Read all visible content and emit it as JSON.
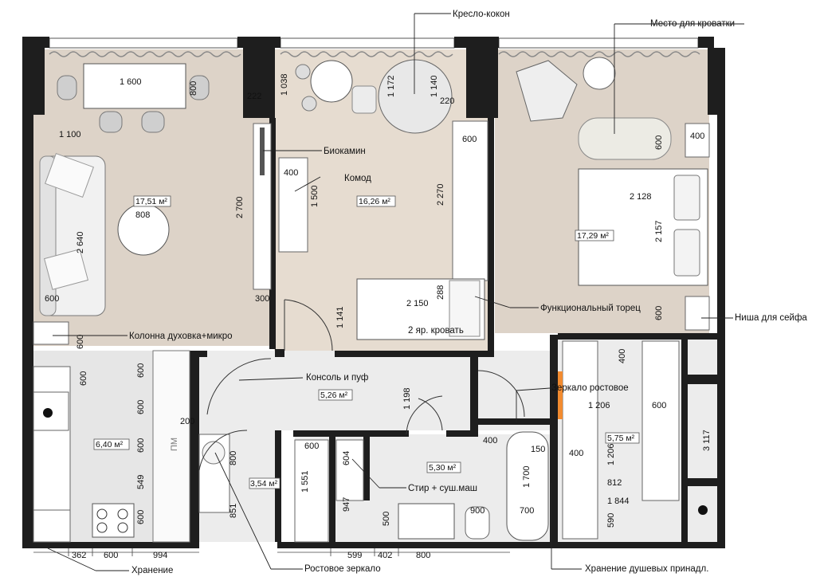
{
  "callouts": {
    "armchair": "Кресло-кокон",
    "crib_place": "Место для кроватки",
    "biofireplace": "Биокамин",
    "dresser": "Комод",
    "functional_end": "Функциональный торец",
    "oven_column": "Колонна духовка+микро",
    "safe_niche": "Ниша для сейфа",
    "console_pouf": "Консоль и пуф",
    "full_mirror_bath": "Зеркало ростовое",
    "washer_dryer": "Стир + суш.маш",
    "storage": "Хранение",
    "full_mirror_hall": "Ростовое зеркало",
    "shower_storage": "Хранение душевых принадл.",
    "bunk_bed": "2 яр. кровать"
  },
  "rooms": {
    "living": "17,51 м²",
    "kids": "16,26 м²",
    "bedroom": "17,29 м²",
    "kitchen": "6,40 м²",
    "hall": "5,26 м²",
    "bath": "5,30 м²",
    "wardrobe": "5,75 м²",
    "entry": "3,54 м²"
  },
  "dims": {
    "table_len": "1 600",
    "table_w": "800",
    "sofa_off": "1 100",
    "rug": "808",
    "sofa_len": "2 640",
    "sofa_gap": "600",
    "col_w": "600",
    "tv_wall": "2 700",
    "tv_d": "300",
    "niche": "222",
    "win_kids": "1 038",
    "kids_1172": "1 172",
    "kids_1140": "1 140",
    "kids_220": "220",
    "comod_w": "400",
    "comod_l": "1 500",
    "kids_wall": "2 270",
    "ward_600": "600",
    "bed_off": "1 141",
    "bunk_len": "2 150",
    "bunk_w": "288",
    "bed_w": "2 128",
    "bed_len": "2 157",
    "crib_w": "600",
    "night_w": "400",
    "bed_to_wall": "600",
    "kit_600a": "600",
    "kit_600b": "600",
    "kit_600c": "600",
    "kit_600d": "600",
    "kit_549": "549",
    "kit_600e": "600",
    "kit_600f": "600",
    "sink_200": "200",
    "pm": "ПМ",
    "hall_198": "1 198",
    "entry_800": "800",
    "entry_851": "851",
    "st_600": "600",
    "st_604": "604",
    "st_1551": "1 551",
    "st_947": "947",
    "bath_400": "400",
    "bath_150": "150",
    "bath_1700": "1 700",
    "bath_700": "700",
    "bath_900": "900",
    "bath_500": "500",
    "ward_400a": "400",
    "ward_1206a": "1 206",
    "ward_600b": "600",
    "ward_400b": "400",
    "ward_1206b": "1 206",
    "ward_812": "812",
    "ward_844": "1 844",
    "ward_590": "590",
    "safe_3117": "3 117",
    "b_362": "362",
    "b_600": "600",
    "b_994": "994",
    "b_599": "599",
    "b_402": "402",
    "b_800": "800"
  }
}
